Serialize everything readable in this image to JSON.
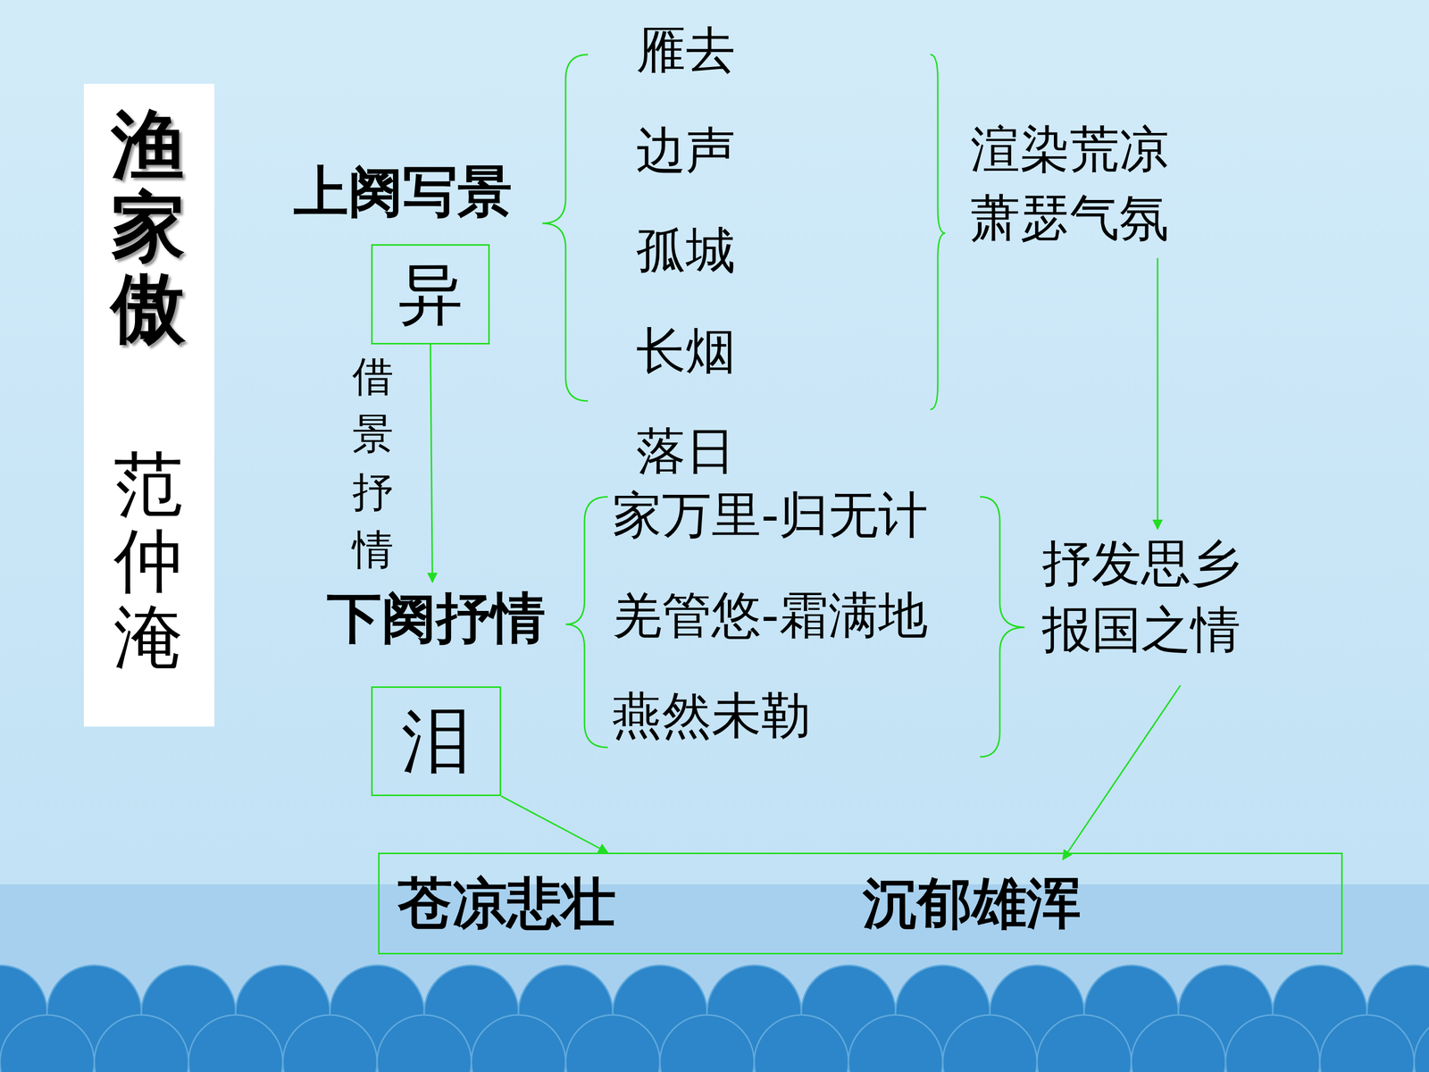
{
  "diagram": {
    "nodes": [
      {
        "text": [
          "渔家傲",
          "范仲淹"
        ]
      },
      {
        "text": [
          "上阕写景",
          "异"
        ]
      },
      {
        "text": [
          "下阕抒情",
          "泪"
        ]
      },
      {
        "text": [
          "苍凉悲壮",
          "沉郁雄浑"
        ]
      }
    ],
    "edges": [
      {
        "from": 1,
        "to": 2,
        "arrow": "to",
        "label": "借景抒情"
      },
      {
        "from": 2,
        "to": 3,
        "arrow": "to"
      }
    ],
    "labels": [
      "雁去",
      "边声",
      "孤城",
      "长烟",
      "落日",
      "渲染荒凉 萧瑟气氛",
      "家万里-归无计",
      "羌管悠-霜满地",
      "燕然未勒",
      "抒发思乡 报国之情"
    ]
  }
}
